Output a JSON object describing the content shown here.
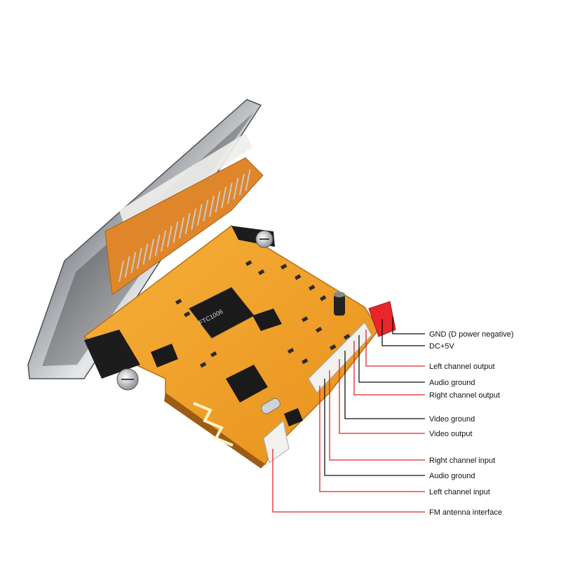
{
  "colors": {
    "background": "#ffffff",
    "pcb": "#f2a21f",
    "pcb_dark": "#d9861a",
    "chrome": "#c9ccd0",
    "chrome_dark": "#6e7277",
    "lead_red": "#e0262a",
    "lead_black": "#111111",
    "connector": "#f1f1ef",
    "power_connector": "#e8262c"
  },
  "icons": {
    "chip": "ic-chip-icon",
    "antenna": "pcb-antenna-icon",
    "screw": "screw-icon",
    "capacitor": "capacitor-icon",
    "crystal": "crystal-icon"
  },
  "board": {
    "main_chip_marking": "FTC1006"
  },
  "pins": [
    {
      "id": "gnd",
      "label": "GND (D power negative)",
      "lead": "black"
    },
    {
      "id": "dc5v",
      "label": "DC+5V",
      "lead": "black"
    },
    {
      "id": "left-out",
      "label": "Left channel output",
      "lead": "red"
    },
    {
      "id": "audio-gnd-1",
      "label": "Audio ground",
      "lead": "black"
    },
    {
      "id": "right-out",
      "label": "Right channel output",
      "lead": "red"
    },
    {
      "id": "video-gnd",
      "label": "Video ground",
      "lead": "black"
    },
    {
      "id": "video-out",
      "label": "Video output",
      "lead": "red"
    },
    {
      "id": "right-in",
      "label": "Right channel input",
      "lead": "red"
    },
    {
      "id": "audio-gnd-2",
      "label": "Audio ground",
      "lead": "black"
    },
    {
      "id": "left-in",
      "label": "Left channel input",
      "lead": "red"
    },
    {
      "id": "fm-antenna",
      "label": "FM antenna interface",
      "lead": "red"
    }
  ]
}
